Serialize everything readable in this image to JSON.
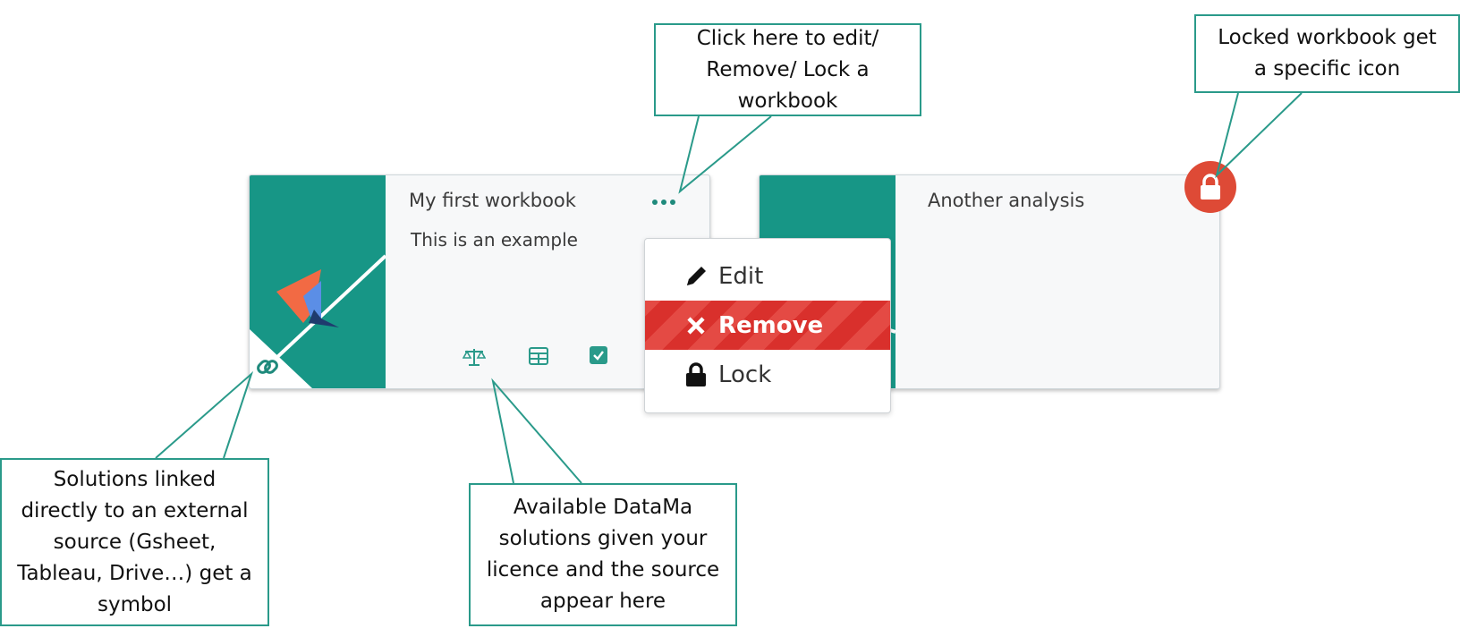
{
  "cards": [
    {
      "title": "My first workbook",
      "description": "This is an example"
    },
    {
      "title": "Another analysis"
    }
  ],
  "menu": {
    "edit_label": "Edit",
    "remove_label": "Remove",
    "lock_label": "Lock"
  },
  "callouts": {
    "menu_hint": "Click here to edit/ Remove/ Lock a workbook",
    "lock_hint": "Locked workbook get a specific icon",
    "link_hint": "Solutions linked directly to an external source (Gsheet, Tableau, Drive…) get a symbol",
    "solutions_hint": "Available DataMa solutions given your licence and the source appear here"
  },
  "icons": {
    "more": "more-dots-icon",
    "link": "link-icon",
    "solution_1": "balance-scale-icon",
    "solution_2": "table-icon",
    "solution_3": "checkbox-icon",
    "edit": "pencil-icon",
    "remove": "times-icon",
    "lock": "lock-icon",
    "locked_badge": "lock-badge-icon"
  },
  "colors": {
    "accent_teal": "#179686",
    "remove_red": "#d9302c",
    "lock_badge": "#de4a36",
    "callout_border": "#2a9a8a"
  }
}
